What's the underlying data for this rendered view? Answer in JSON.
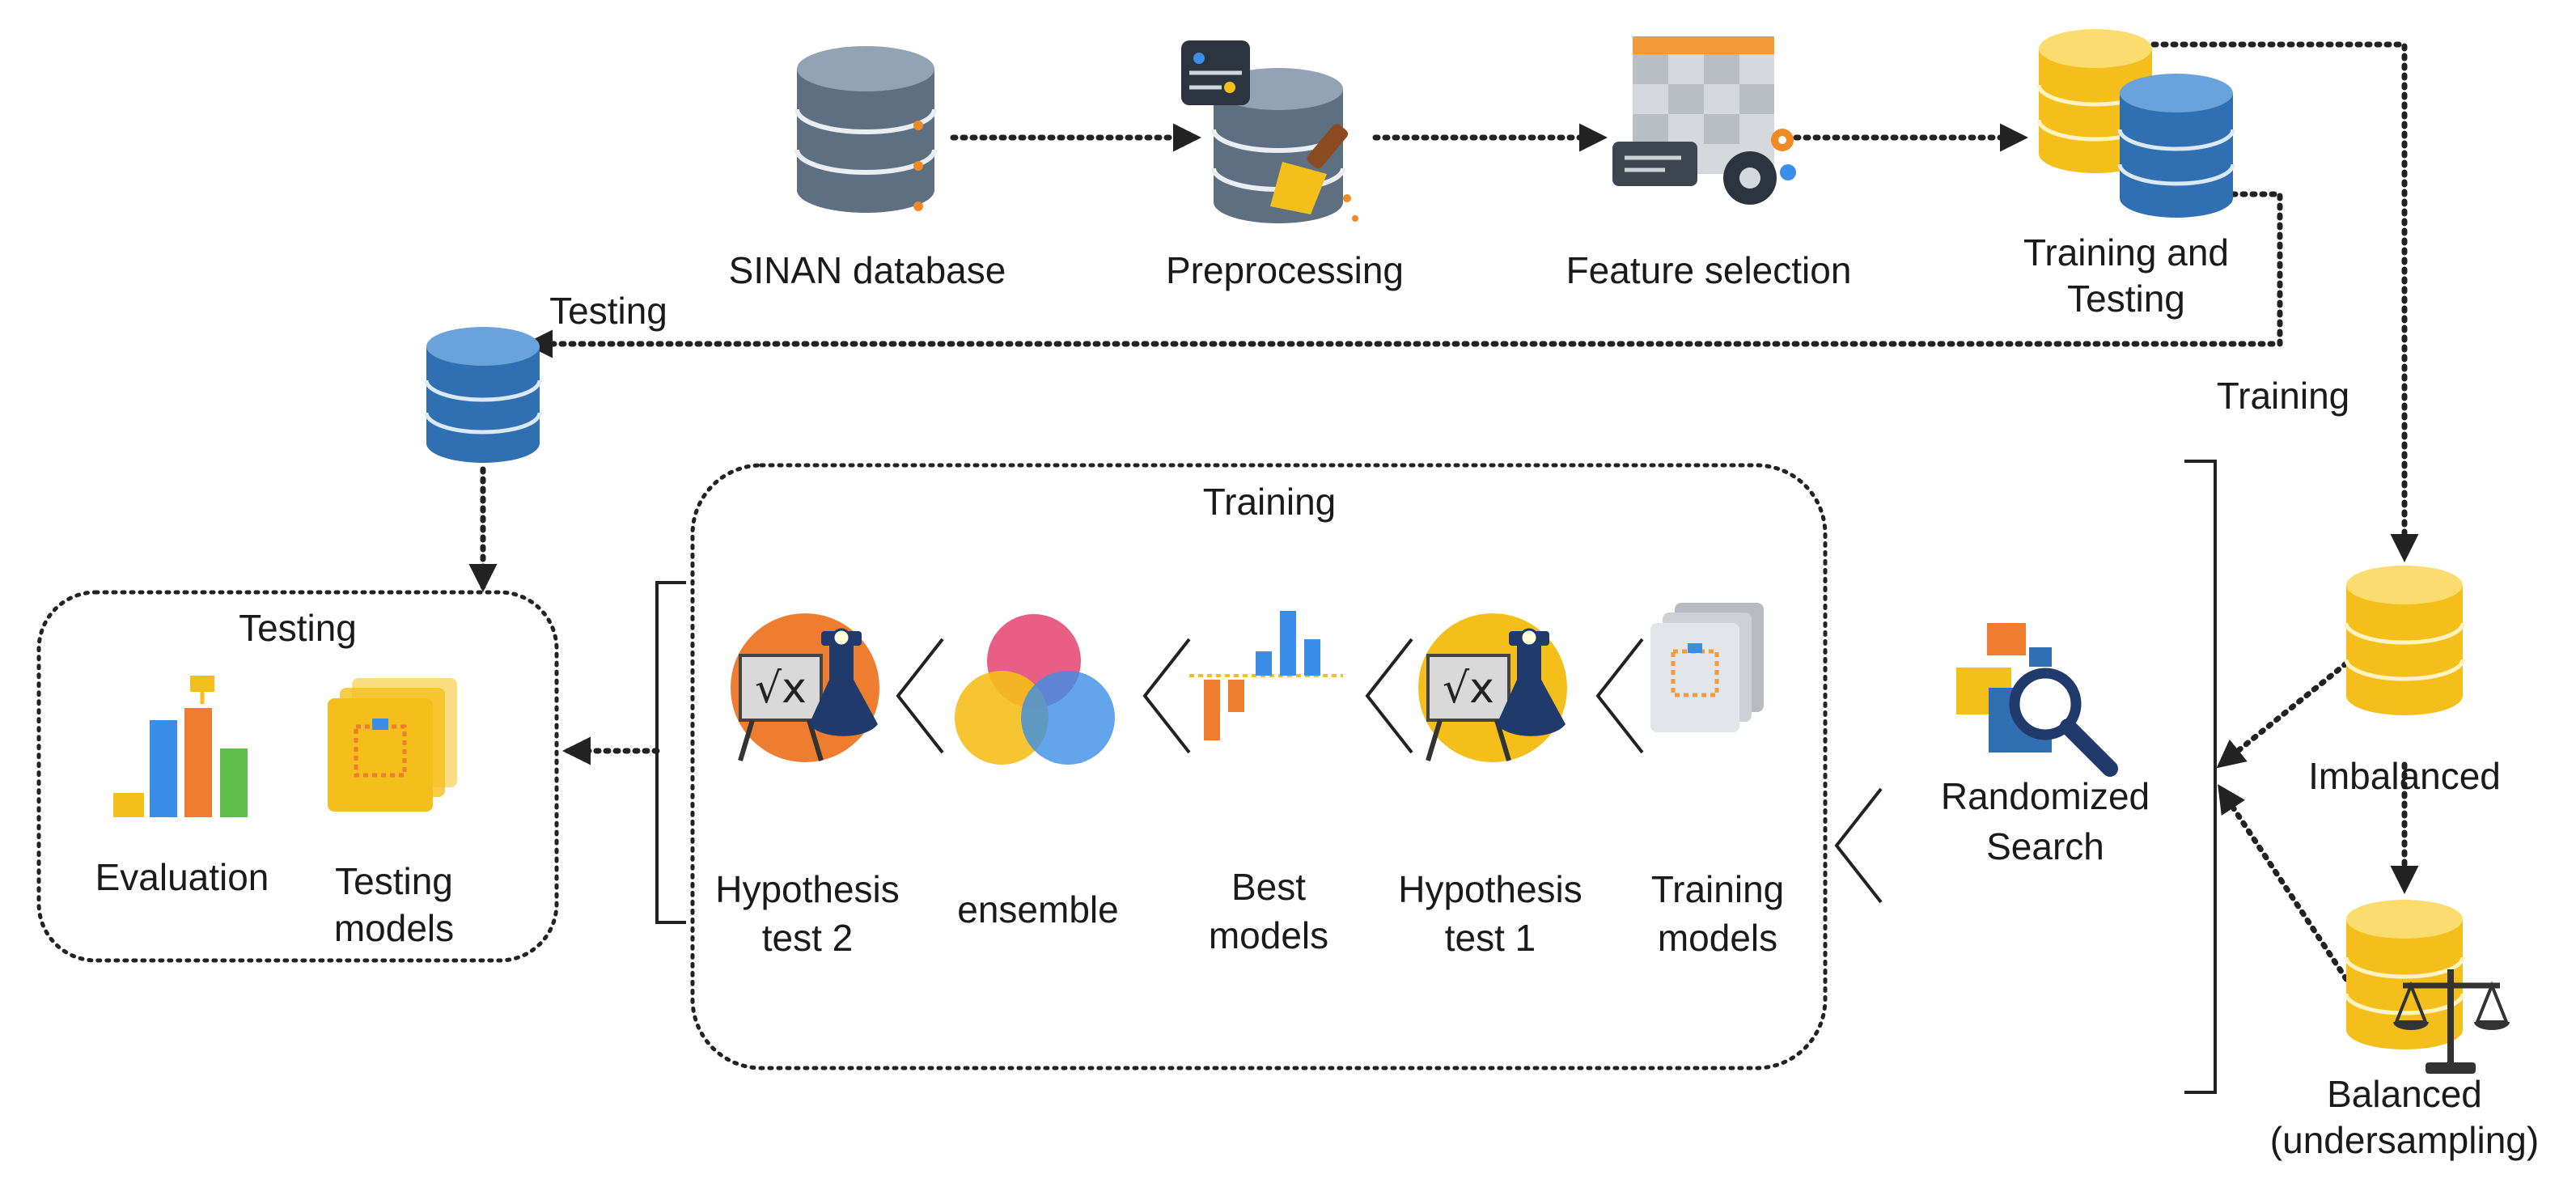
{
  "nodes": {
    "sinan": "SINAN database",
    "preprocessing": "Preprocessing",
    "feature_selection": "Feature selection",
    "train_test": [
      "Training and",
      "Testing"
    ],
    "imbalanced": "Imbalanced",
    "balanced": [
      "Balanced",
      "(undersampling)"
    ],
    "randomized_search": [
      "Randomized",
      "Search"
    ],
    "training_models": [
      "Training",
      "models"
    ],
    "hypothesis_test_1": [
      "Hypothesis",
      "test 1"
    ],
    "best_models": [
      "Best",
      "models"
    ],
    "ensemble": "ensemble",
    "hypothesis_test_2": [
      "Hypothesis",
      "test 2"
    ],
    "evaluation": "Evaluation",
    "testing_models": [
      "Testing",
      "models"
    ]
  },
  "edge_labels": {
    "testing": "Testing",
    "training": "Training"
  },
  "groups": {
    "training_title": "Training",
    "testing_title": "Testing"
  },
  "colors": {
    "db_gray": "#5f6f82",
    "db_blue": "#2f6fb2",
    "db_yellow": "#f5bf1b",
    "orange": "#ee7d2f",
    "navy": "#1f3a6b",
    "pink": "#e6507a",
    "green": "#5fbf4a"
  },
  "icons": {
    "sinan": "database-gray-icon",
    "preprocessing": "data-cleaning-icon",
    "feature_selection": "feature-selection-icon",
    "train_test": "split-database-icon",
    "testing_db": "database-blue-icon",
    "imbalanced": "database-yellow-icon",
    "balanced": "balanced-database-icon",
    "randomized_search": "search-icon",
    "training_models": "model-documents-icon",
    "hypothesis": "hypothesis-test-icon",
    "best_models": "bar-chart-icon",
    "ensemble": "venn-diagram-icon",
    "evaluation": "evaluation-chart-icon",
    "testing_models": "model-documents-icon"
  }
}
